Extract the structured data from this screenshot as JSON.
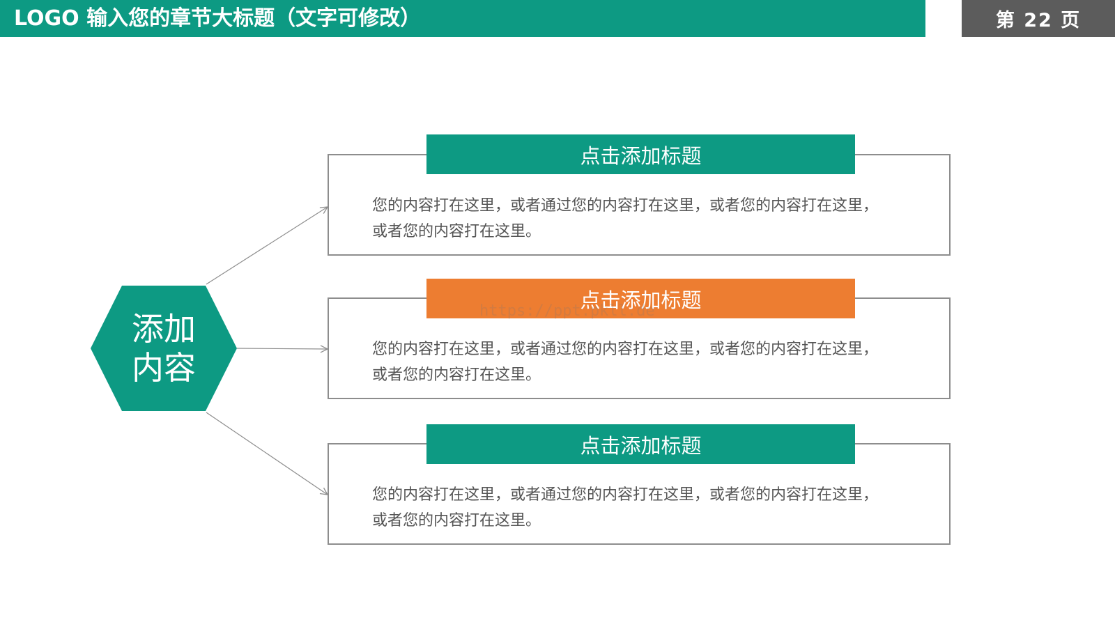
{
  "header": {
    "title": "LOGO  输入您的章节大标题（文字可修改）",
    "page_label": "第 22 页"
  },
  "center": {
    "line1": "添加",
    "line2": "内容"
  },
  "cards": [
    {
      "title": "点击添加标题",
      "body": "您的内容打在这里，或者通过您的内容打在这里，或者您的内容打在这里，\n或者您的内容打在这里。"
    },
    {
      "title": "点击添加标题",
      "body": "您的内容打在这里，或者通过您的内容打在这里，或者您的内容打在这里，\n或者您的内容打在这里。"
    },
    {
      "title": "点击添加标题",
      "body": "您的内容打在这里，或者通过您的内容打在这里，或者您的内容打在这里，\n或者您的内容打在这里。"
    }
  ],
  "watermark": "https://ppt.pkll.de",
  "colors": {
    "teal": "#0d9a83",
    "orange": "#ed7d31",
    "page_tag": "#5c5c5c"
  }
}
